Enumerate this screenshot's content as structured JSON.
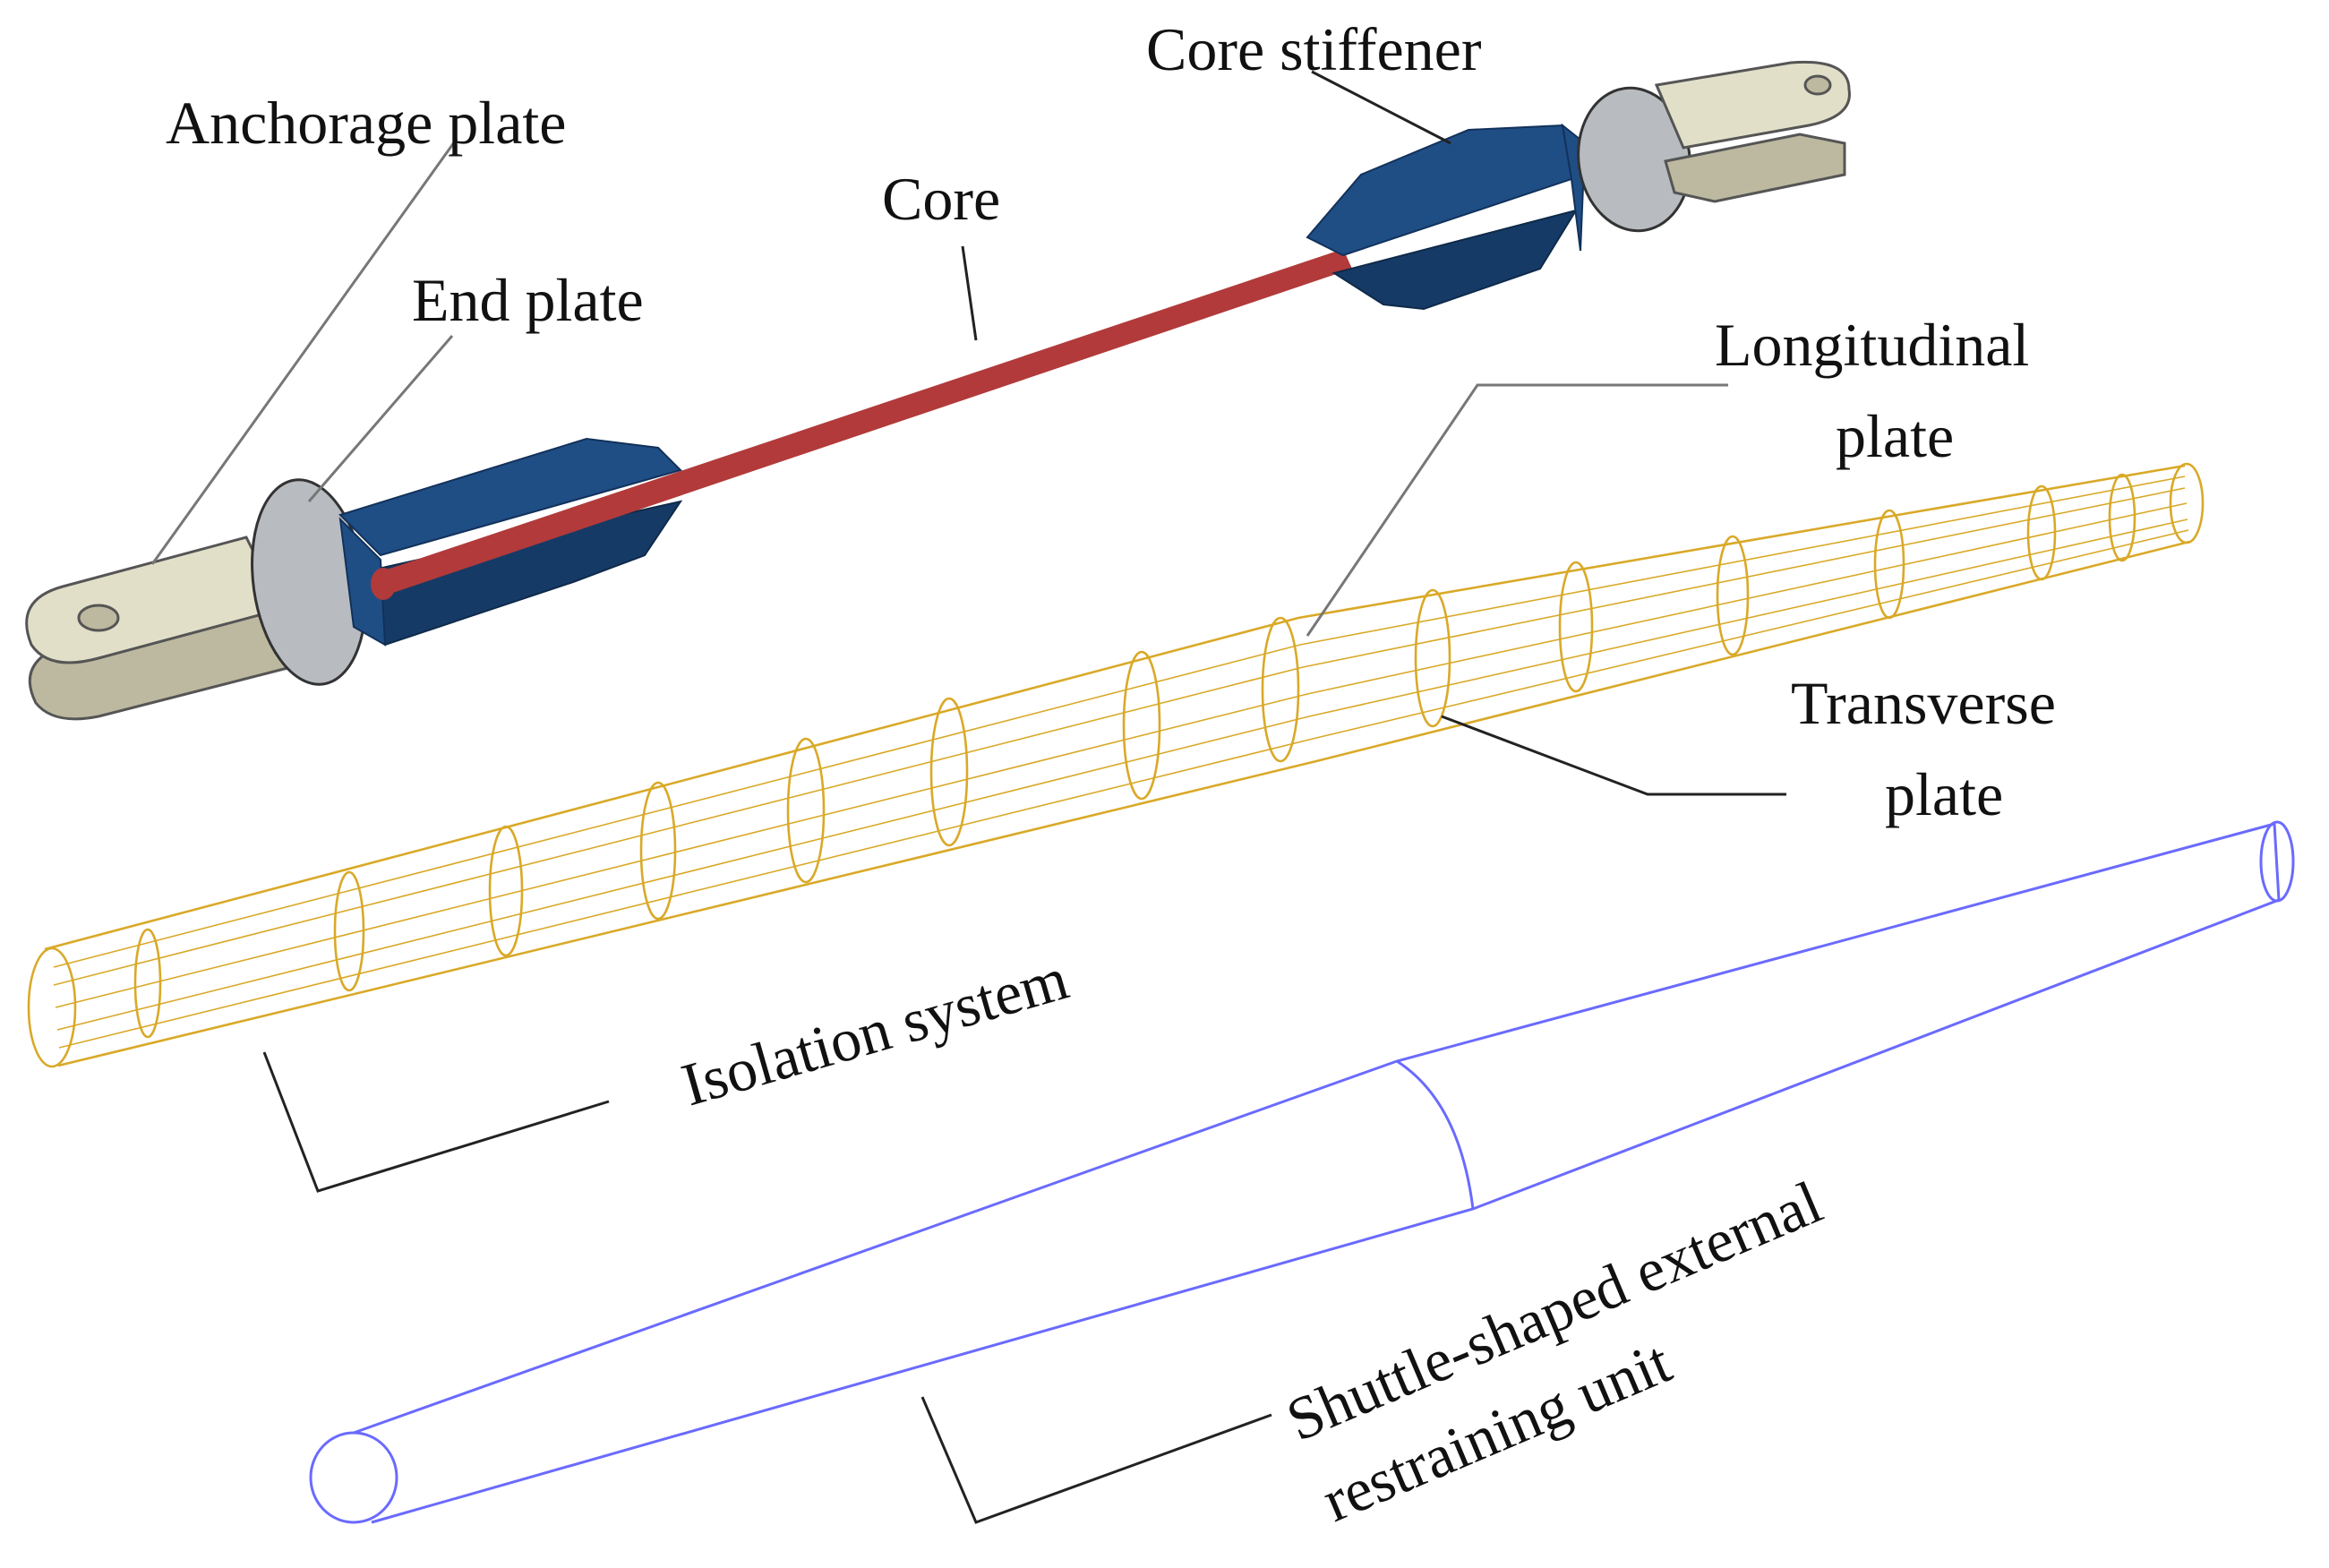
{
  "labels": {
    "anchorage_plate": "Anchorage plate",
    "end_plate": "End plate",
    "core": "Core",
    "core_stiffener": "Core stiffener",
    "longitudinal_plate_line1": "Longitudinal",
    "longitudinal_plate_line2": "plate",
    "transverse_plate_line1": "Transverse",
    "transverse_plate_line2": "plate",
    "isolation_system": "Isolation system",
    "restraining_unit_line1": "Shuttle-shaped external",
    "restraining_unit_line2": "restraining unit"
  },
  "colors": {
    "core": "#b23a3a",
    "core_stiffener": "#1f4e85",
    "end_plate": "#b8bcc0",
    "anchorage_plate": "#e2dfc9",
    "isolation_system": "#d9a928",
    "restraining_unit": "#6a6aff"
  }
}
